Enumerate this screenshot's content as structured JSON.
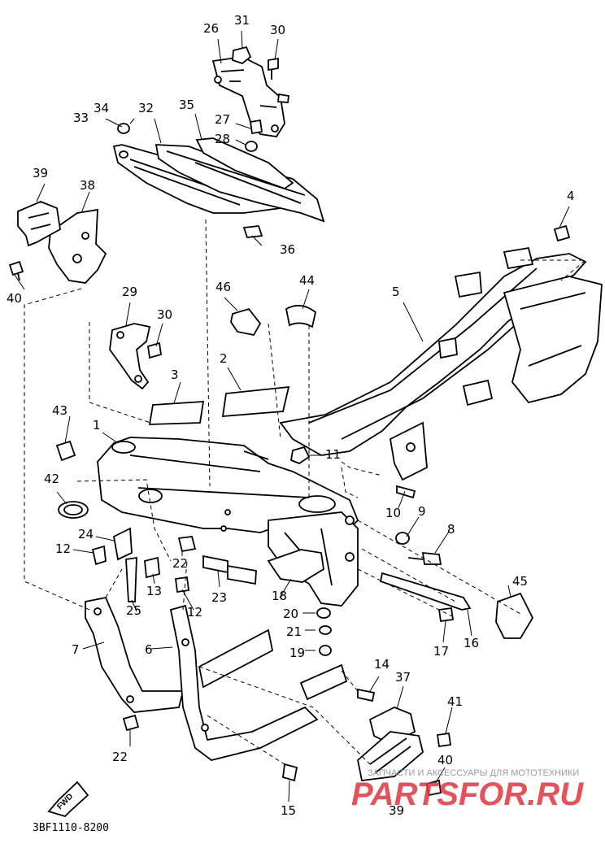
{
  "diagram": {
    "code": "3BF1110-8200",
    "fwd_label": "FWD",
    "watermark": {
      "brand": "PARTSFOR.RU",
      "tagline": "ЗАПЧАСТИ И АКСЕССУАРЫ ДЛЯ МОТОТЕХНИКИ"
    },
    "callouts": [
      {
        "id": "c31",
        "text": "31"
      },
      {
        "id": "c26",
        "text": "26"
      },
      {
        "id": "c30a",
        "text": "30"
      },
      {
        "id": "c34",
        "text": "34"
      },
      {
        "id": "c32",
        "text": "32"
      },
      {
        "id": "c35",
        "text": "35"
      },
      {
        "id": "c33",
        "text": "33"
      },
      {
        "id": "c27",
        "text": "27"
      },
      {
        "id": "c28",
        "text": "28"
      },
      {
        "id": "c39a",
        "text": "39"
      },
      {
        "id": "c38",
        "text": "38"
      },
      {
        "id": "c4",
        "text": "4"
      },
      {
        "id": "c36",
        "text": "36"
      },
      {
        "id": "c40a",
        "text": "40"
      },
      {
        "id": "c29",
        "text": "29"
      },
      {
        "id": "c46",
        "text": "46"
      },
      {
        "id": "c44",
        "text": "44"
      },
      {
        "id": "c5",
        "text": "5"
      },
      {
        "id": "c30b",
        "text": "30"
      },
      {
        "id": "c3",
        "text": "3"
      },
      {
        "id": "c2",
        "text": "2"
      },
      {
        "id": "c43",
        "text": "43"
      },
      {
        "id": "c1",
        "text": "1"
      },
      {
        "id": "c11",
        "text": "11"
      },
      {
        "id": "c42",
        "text": "42"
      },
      {
        "id": "c10",
        "text": "10"
      },
      {
        "id": "c9",
        "text": "9"
      },
      {
        "id": "c8",
        "text": "8"
      },
      {
        "id": "c24",
        "text": "24"
      },
      {
        "id": "c12a",
        "text": "12"
      },
      {
        "id": "c22a",
        "text": "22"
      },
      {
        "id": "c13",
        "text": "13"
      },
      {
        "id": "c23",
        "text": "23"
      },
      {
        "id": "c18",
        "text": "18"
      },
      {
        "id": "c45",
        "text": "45"
      },
      {
        "id": "c25",
        "text": "25"
      },
      {
        "id": "c12b",
        "text": "12"
      },
      {
        "id": "c20",
        "text": "20"
      },
      {
        "id": "c16",
        "text": "16"
      },
      {
        "id": "c21",
        "text": "21"
      },
      {
        "id": "c7",
        "text": "7"
      },
      {
        "id": "c6",
        "text": "6"
      },
      {
        "id": "c19",
        "text": "19"
      },
      {
        "id": "c17",
        "text": "17"
      },
      {
        "id": "c14",
        "text": "14"
      },
      {
        "id": "c37",
        "text": "37"
      },
      {
        "id": "c41",
        "text": "41"
      },
      {
        "id": "c22b",
        "text": "22"
      },
      {
        "id": "c40b",
        "text": "40"
      },
      {
        "id": "c15",
        "text": "15"
      },
      {
        "id": "c39b",
        "text": "39"
      }
    ]
  }
}
